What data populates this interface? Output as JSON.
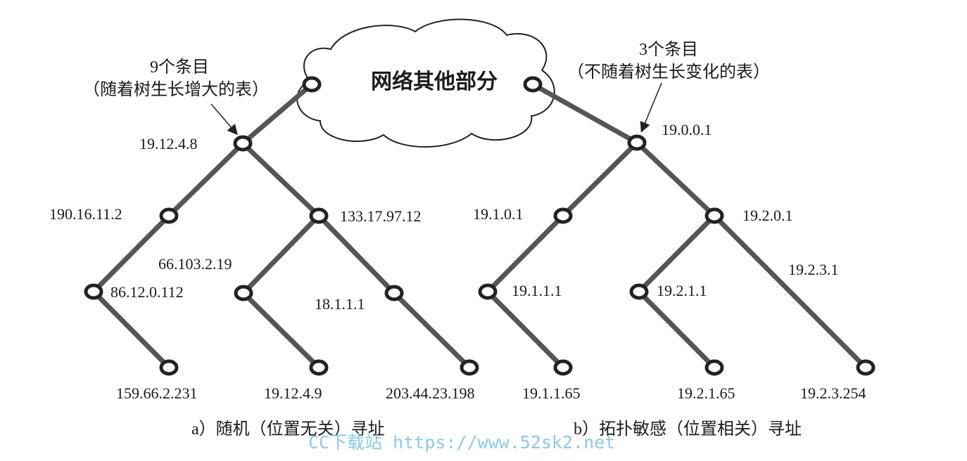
{
  "cloud": {
    "label": "网络其他部分"
  },
  "left_tree": {
    "note_line1": "9个条目",
    "note_line2": "（随着树生长增大的表）",
    "caption": "a）随机（位置无关）寻址",
    "addresses": {
      "root": "19.12.4.8",
      "l1": "190.16.11.2",
      "r1": "133.17.97.12",
      "l2": "86.12.0.112",
      "rl2": "66.103.2.19",
      "rr2": "18.1.1.1",
      "leaf1": "159.66.2.231",
      "leaf2": "19.12.4.9",
      "leaf3": "203.44.23.198"
    }
  },
  "right_tree": {
    "note_line1": "3个条目",
    "note_line2": "（不随着树生长变化的表）",
    "caption": "b）拓扑敏感（位置相关）寻址",
    "addresses": {
      "root": "19.0.0.1",
      "l1": "19.1.0.1",
      "r1": "19.2.0.1",
      "ll2": "19.1.1.1",
      "rl2": "19.2.1.1",
      "rr2": "19.2.3.1",
      "leaf1": "19.1.1.65",
      "leaf2": "19.2.1.65",
      "leaf3": "19.2.3.254"
    }
  },
  "watermark": "CC下载站 https://www.52sk2.net"
}
